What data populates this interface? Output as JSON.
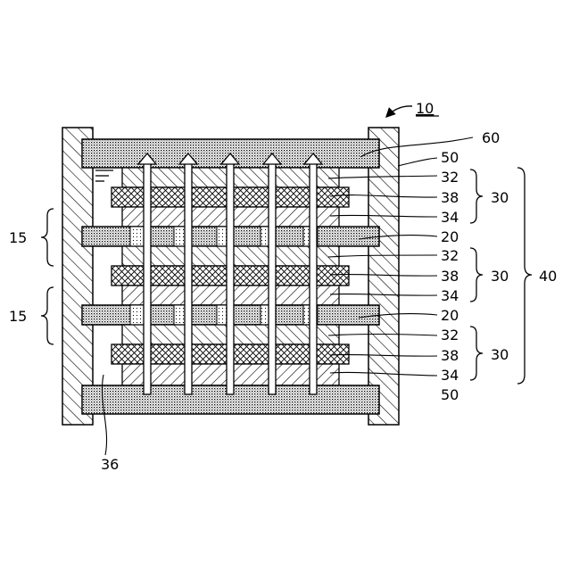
{
  "figure": {
    "main_ref": "10",
    "outer_wall": "60",
    "end_plate": "50",
    "cell_group": "40",
    "cell": "30",
    "cell_layer_top": "32",
    "cell_layer_middle": "38",
    "cell_layer_bottom": "34",
    "separator": "20",
    "unit_section": "15",
    "interior_space": "36"
  }
}
